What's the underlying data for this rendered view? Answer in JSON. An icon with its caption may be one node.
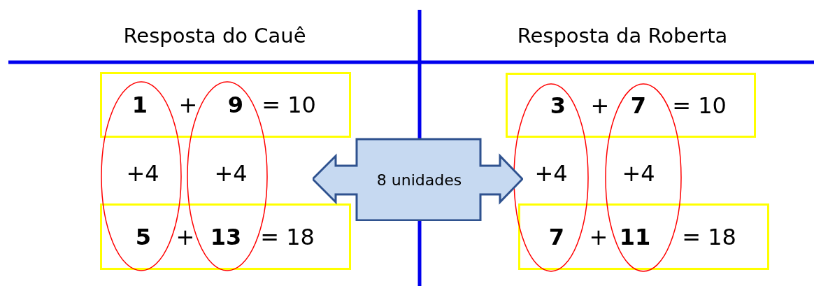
{
  "diagram": {
    "nodes": [
      {
        "text": [
          "1",
          "+",
          "9",
          "= 10"
        ]
      },
      {
        "text": [
          "3",
          "+",
          "7",
          "= 10"
        ]
      },
      {
        "text": [
          "8 unidades"
        ]
      },
      {
        "text": [
          "5",
          "+",
          "13",
          "= 18"
        ]
      },
      {
        "text": [
          "7",
          "+",
          "11",
          "= 18"
        ]
      }
    ],
    "labels": [
      "Resposta do Cauê",
      "Resposta da Roberta",
      "+4",
      "+4",
      "+4",
      "+4"
    ]
  }
}
